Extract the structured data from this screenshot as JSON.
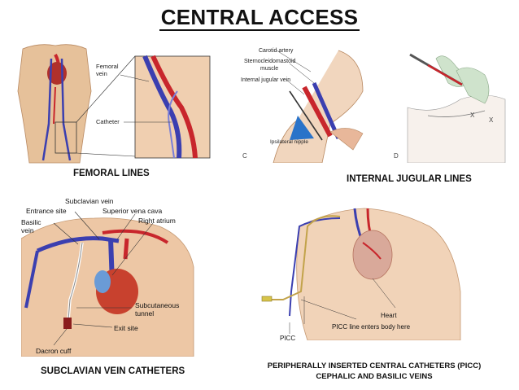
{
  "title": "CENTRAL ACCESS",
  "femoral": {
    "caption": "FEMORAL LINES",
    "labels": {
      "femoral_vein": "Femoral\nvein",
      "catheter": "Catheter"
    }
  },
  "internal_jugular": {
    "caption": "INTERNAL JUGULAR LINES",
    "labels": {
      "carotid": "Carotid artery",
      "scm": "Sternocleidomastoid\nmuscle",
      "ij": "Internal jugular vein",
      "nipple": "Ipsilateral nipple",
      "panel_c": "C",
      "panel_d": "D",
      "x1": "X",
      "x2": "X"
    }
  },
  "subclavian": {
    "caption": "SUBCLAVIAN VEIN CATHETERS",
    "labels": {
      "subclavian_vein": "Subclavian vein",
      "entrance": "Entrance site",
      "svc": "Superior vena cava",
      "basilic": "Basilic\nvein",
      "right_atrium": "Right atrium",
      "tunnel": "Subcutaneous\ntunnel",
      "exit": "Exit site",
      "cuff": "Dacron cuff"
    }
  },
  "picc": {
    "caption_line1": "PERIPHERALLY INSERTED CENTRAL CATHETERS (PICC)",
    "caption_line2": "CEPHALIC AND  BASILIC VEINS",
    "labels": {
      "heart": "Heart",
      "enters": "PICC line enters body here",
      "picc": "PICC"
    }
  },
  "colors": {
    "skin": "#e9c9a8",
    "vein": "#3b3fb0",
    "artery": "#c8262c",
    "catheter_blue": "#3a5fcf"
  }
}
